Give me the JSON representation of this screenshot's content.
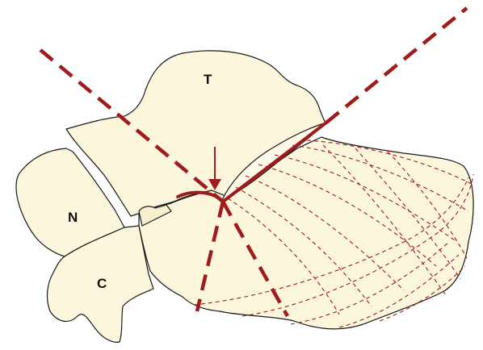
{
  "labels": {
    "talus": "T",
    "navicular": "N",
    "cuboid": "C"
  },
  "colors": {
    "bone_fill": "#fbf6dc",
    "bone_outline": "#1a1a1a",
    "line_red": "#a01c1c"
  }
}
